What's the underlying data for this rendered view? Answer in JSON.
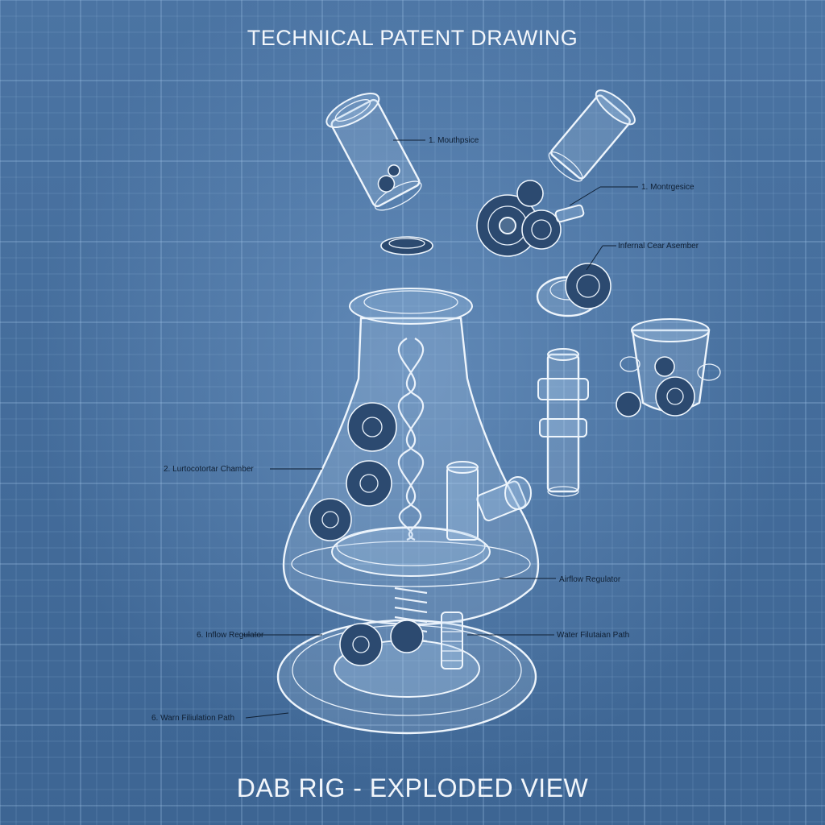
{
  "titles": {
    "top": "TECHNICAL PATENT DRAWING",
    "bottom": "DAB RIG - EXPLODED VIEW"
  },
  "callouts": {
    "mouthpiece_1": "1. Mouthpsice",
    "mouthpiece_2": "1. Montrgesice",
    "gear_assembly": "Infernal Cear Asember",
    "chamber": "2. Lurtocotortar Chamber",
    "airflow": "Airflow Regulator",
    "inflow": "6. Inflow Regulator",
    "water_right": "Water Filutaian Path",
    "water_left": "6. Warn Filiulation Path"
  },
  "colors": {
    "background": "#3f6796",
    "line": "#eaf2fb",
    "label": "#0f1f33"
  }
}
